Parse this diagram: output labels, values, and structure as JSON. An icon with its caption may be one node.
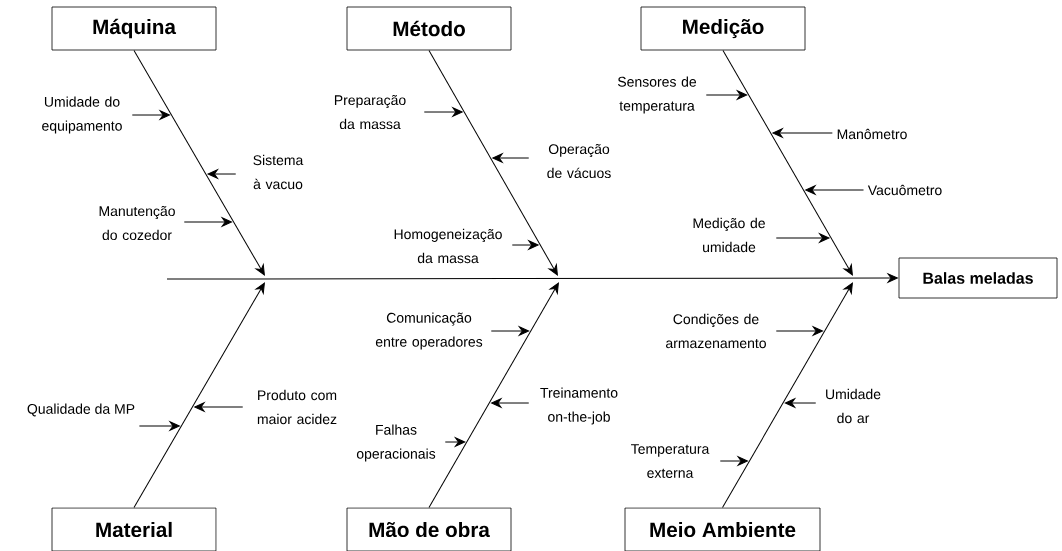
{
  "diagram": {
    "nodes": [
      {
        "text": [
          "Máquina"
        ]
      },
      {
        "text": [
          "Método"
        ]
      },
      {
        "text": [
          "Medição"
        ]
      },
      {
        "text": [
          "Material"
        ]
      },
      {
        "text": [
          "Mão de obra"
        ]
      },
      {
        "text": [
          "Meio Ambiente"
        ]
      },
      {
        "text": [
          "Balas meladas"
        ]
      },
      {
        "text": [
          "Umidade do equipamento"
        ]
      },
      {
        "text": [
          "Sistema à vacuo"
        ]
      },
      {
        "text": [
          "Manutenção do cozedor"
        ]
      },
      {
        "text": [
          "Preparação da massa"
        ]
      },
      {
        "text": [
          "Operação de vácuos"
        ]
      },
      {
        "text": [
          "Homogeneização da massa"
        ]
      },
      {
        "text": [
          "Sensores de temperatura"
        ]
      },
      {
        "text": [
          "Manômetro"
        ]
      },
      {
        "text": [
          "Vacuômetro"
        ]
      },
      {
        "text": [
          "Medição de umidade"
        ]
      },
      {
        "text": [
          "Qualidade da MP"
        ]
      },
      {
        "text": [
          "Produto com maior acidez"
        ]
      },
      {
        "text": [
          "Comunicação entre operadores"
        ]
      },
      {
        "text": [
          "Treinamento on-the-job"
        ]
      },
      {
        "text": [
          "Falhas operacionais"
        ]
      },
      {
        "text": [
          "Condições de armazenamento"
        ]
      },
      {
        "text": [
          "Umidade do ar"
        ]
      },
      {
        "text": [
          "Temperatura externa"
        ]
      }
    ],
    "edges": [
      {
        "from": 0,
        "to": null,
        "arrow": "to"
      },
      {
        "from": 1,
        "to": null,
        "arrow": "to"
      },
      {
        "from": 2,
        "to": null,
        "arrow": "to"
      },
      {
        "from": 3,
        "to": null,
        "arrow": "to"
      },
      {
        "from": 4,
        "to": null,
        "arrow": "to"
      },
      {
        "from": 5,
        "to": null,
        "arrow": "to"
      },
      {
        "from": null,
        "to": 6,
        "arrow": "to"
      },
      {
        "from": 7,
        "to": null,
        "arrow": "to"
      },
      {
        "from": 8,
        "to": null,
        "arrow": "to"
      },
      {
        "from": 9,
        "to": null,
        "arrow": "to"
      },
      {
        "from": 10,
        "to": null,
        "arrow": "to"
      },
      {
        "from": 11,
        "to": null,
        "arrow": "to"
      },
      {
        "from": 12,
        "to": null,
        "arrow": "to"
      },
      {
        "from": 13,
        "to": null,
        "arrow": "to"
      },
      {
        "from": 14,
        "to": null,
        "arrow": "to"
      },
      {
        "from": 15,
        "to": null,
        "arrow": "to"
      },
      {
        "from": 16,
        "to": null,
        "arrow": "to"
      },
      {
        "from": 17,
        "to": null,
        "arrow": "to"
      },
      {
        "from": 18,
        "to": null,
        "arrow": "to"
      },
      {
        "from": 19,
        "to": null,
        "arrow": "to"
      },
      {
        "from": 20,
        "to": null,
        "arrow": "to"
      },
      {
        "from": 21,
        "to": null,
        "arrow": "to"
      },
      {
        "from": 22,
        "to": null,
        "arrow": "to"
      },
      {
        "from": 23,
        "to": null,
        "arrow": "to"
      },
      {
        "from": 24,
        "to": null,
        "arrow": "to"
      }
    ]
  }
}
